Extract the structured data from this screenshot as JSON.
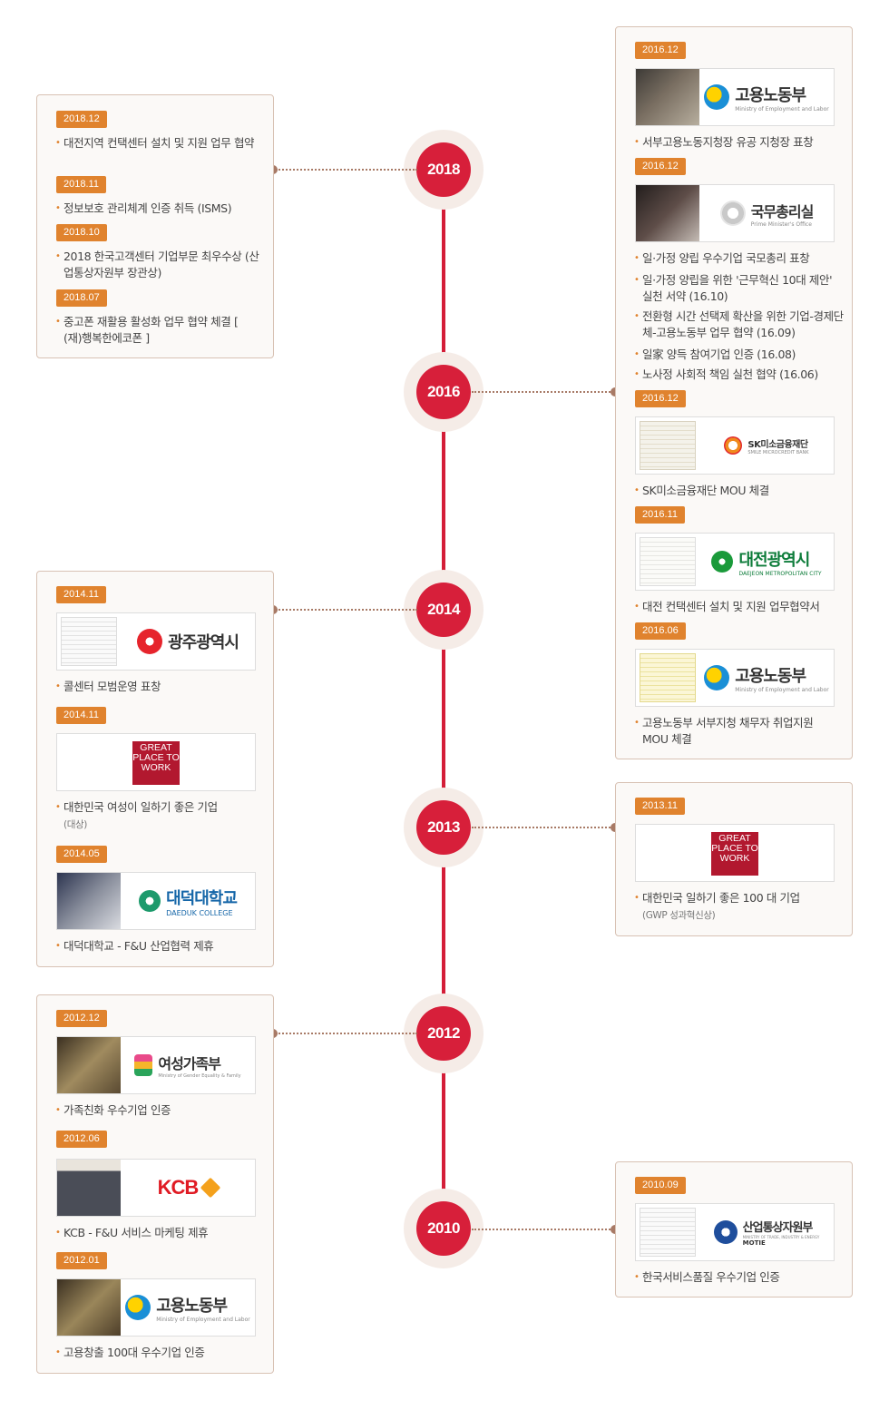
{
  "years": [
    "2018",
    "2016",
    "2014",
    "2013",
    "2012",
    "2010"
  ],
  "logos": {
    "moel": "고용노동부",
    "moel_en": "Ministry of Employment and Labor",
    "pmo": "국무총리실",
    "pmo_en": "Prime Minister's Office",
    "sk": "SK미소금융재단",
    "sk_en": "SMILE MICROCREDIT BANK",
    "daejeon": "대전광역시",
    "daejeon_en": "DAEJEON METROPOLITAN CITY",
    "gwangju": "광주광역시",
    "gptw": "GREAT PLACE TO WORK",
    "daeduk": "대덕대학교",
    "daeduk_en": "DAEDUK COLLEGE",
    "mogef": "여성가족부",
    "mogef_en": "Ministry of Gender Equality & Family",
    "kcb": "KCB",
    "motie": "산업통상자원부",
    "motie_en": "MINISTRY OF TRADE, INDUSTRY & ENERGY",
    "motie_abbr": "MOTIE"
  },
  "y2018": {
    "tags": [
      "2018.12",
      "2018.11",
      "2018.10",
      "2018.07"
    ],
    "items": [
      "대전지역 컨택센터 설치 및 지원 업무 협약",
      "정보보호 관리체계 인증 취득 (ISMS)",
      "2018 한국고객센터 기업부문 최우수상 (산업통상자원부 장관상)",
      "중고폰 재활용 활성화 업무 협약 체결 [ (재)행복한에코폰 ]"
    ]
  },
  "y2016": {
    "tags": [
      "2016.12",
      "2016.12",
      "2016.12",
      "2016.11",
      "2016.06"
    ],
    "items": [
      "서부고용노동지청장 유공 지청장 표창",
      "일·가정 양립 우수기업 국모총리 표창",
      "일·가정 양립을 위한 '근무혁신 10대 제안' 실천 서약 (16.10)",
      "전환형 시간 선택제 확산을 위한 기업-경제단체-고용노동부 업무 협약 (16.09)",
      "일家 양득 참여기업 인증 (16.08)",
      "노사정 사회적 책임 실천 협약 (16.06)",
      "SK미소금융재단 MOU 체결",
      "대전 컨택센터 설치 및 지원 업무협약서",
      "고용노동부 서부지청 채무자 취업지원 MOU 체결"
    ]
  },
  "y2014": {
    "tags": [
      "2014.11",
      "2014.11",
      "2014.05"
    ],
    "items": [
      "콜센터 모범운영 표창",
      "대한민국 여성이 일하기 좋은 기업",
      "대덕대학교 - F&U 산업협력 제휴"
    ],
    "sub": "(대상)"
  },
  "y2013": {
    "tags": [
      "2013.11"
    ],
    "items": [
      "대한민국 일하기 좋은 100 대 기업"
    ],
    "sub": "(GWP 성과혁신상)"
  },
  "y2012": {
    "tags": [
      "2012.12",
      "2012.06",
      "2012.01"
    ],
    "items": [
      "가족친화 우수기업 인증",
      "KCB - F&U 서비스 마케팅 제휴",
      "고용창출 100대 우수기업 인증"
    ]
  },
  "y2010": {
    "tags": [
      "2010.09"
    ],
    "items": [
      "한국서비스품질 우수기업 인증"
    ]
  }
}
